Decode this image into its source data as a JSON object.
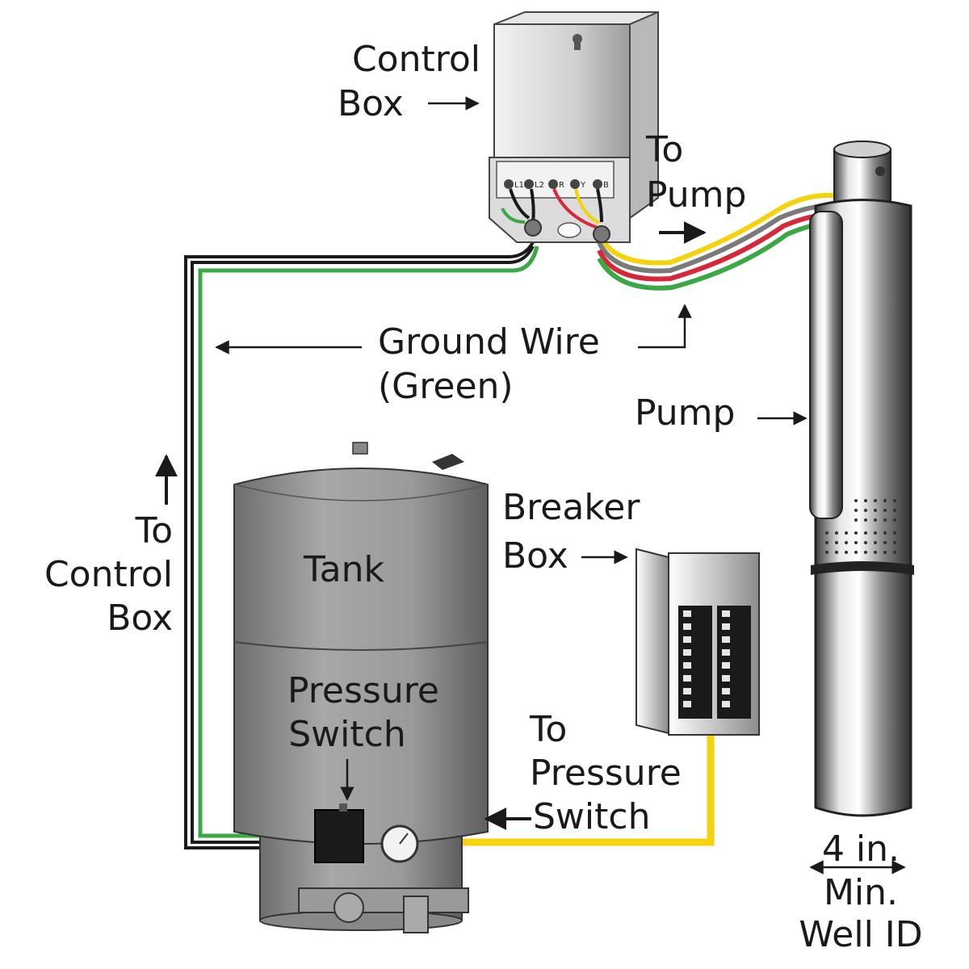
{
  "labels": {
    "control_box": [
      "Control",
      "Box"
    ],
    "to_pump": [
      "To",
      "Pump"
    ],
    "ground_wire": [
      "Ground Wire",
      "(Green)"
    ],
    "pump": "Pump",
    "to_control_box": [
      "To",
      "Control",
      "Box"
    ],
    "tank": "Tank",
    "breaker_box": [
      "Breaker",
      "Box"
    ],
    "pressure_switch": [
      "Pressure",
      "Switch"
    ],
    "to_pressure_switch": [
      "To",
      "Pressure",
      "Switch"
    ],
    "well_id": [
      "4 in.",
      "Min.",
      "Well ID"
    ]
  },
  "terminals": [
    "L1",
    "L2",
    "R",
    "Y",
    "B"
  ],
  "wire_colors": {
    "ground": "#3aa845",
    "black": "#1a1a1a",
    "red": "#d6283a",
    "yellow": "#f5d20c",
    "gray": "#7a7a7a"
  }
}
